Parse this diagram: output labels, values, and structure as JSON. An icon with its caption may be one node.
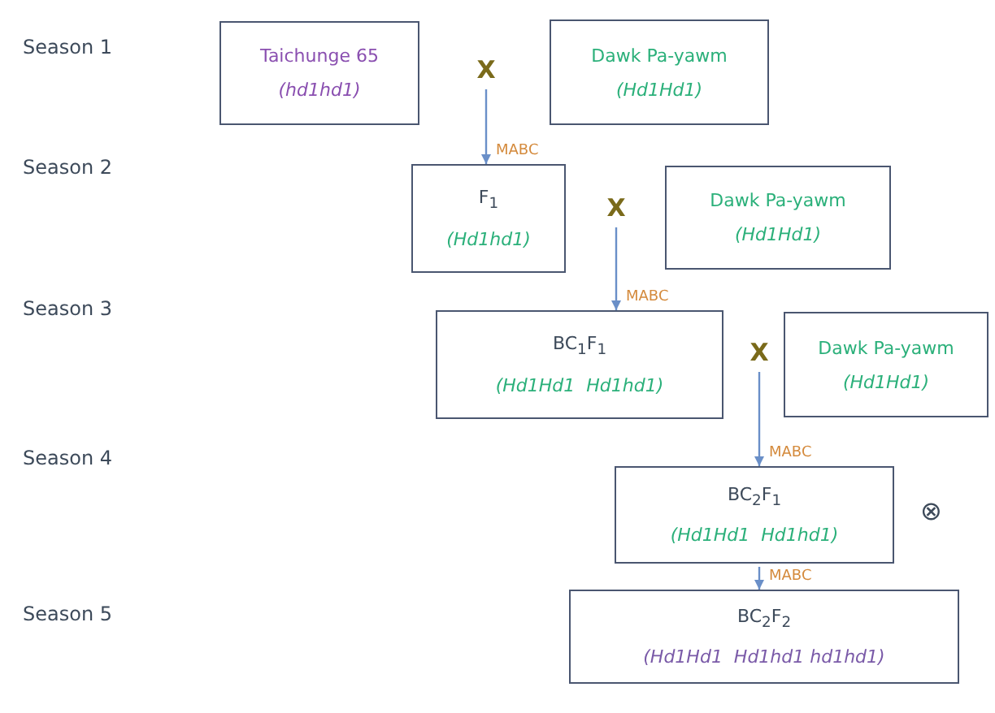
{
  "diagram": {
    "nodes": [
      {
        "text": [
          "Taichunge 65",
          "(hd1hd1)"
        ]
      },
      {
        "text": [
          "X"
        ]
      },
      {
        "text": [
          "Dawk Pa-yawm",
          "(Hd1Hd1)"
        ]
      },
      {
        "text": [
          "F$_{1}$",
          "(Hd1hd1)"
        ]
      },
      {
        "text": [
          "X"
        ]
      },
      {
        "text": [
          "Dawk Pa-yawm",
          "(Hd1Hd1)"
        ]
      },
      {
        "text": [
          "BC$_{1}$F$_{1}$",
          "(Hd1Hd1  Hd1hd1)"
        ]
      },
      {
        "text": [
          "X"
        ]
      },
      {
        "text": [
          "Dawk Pa-yawm",
          "(Hd1Hd1)"
        ]
      },
      {
        "text": [
          "BC$_{2}$F$_{1}$",
          "(Hd1Hd1  Hd1hd1)"
        ]
      },
      {
        "text": [
          "BC$_{2}$F$_{2}$",
          "(Hd1Hd1  Hd1hd1 hd1hd1)"
        ]
      }
    ],
    "edges": [
      {
        "from": 1,
        "to": 3,
        "arrow": "to",
        "label": "MABC"
      },
      {
        "from": 4,
        "to": 6,
        "arrow": "to",
        "label": "MABC"
      },
      {
        "from": 7,
        "to": 9,
        "arrow": "to",
        "label": "MABC"
      },
      {
        "from": 9,
        "to": 10,
        "arrow": "to",
        "label": "MABC"
      }
    ],
    "labels": [
      "Season 1",
      "Season 2",
      "Season 3",
      "Season 4",
      "⊗",
      "Season 5"
    ]
  }
}
